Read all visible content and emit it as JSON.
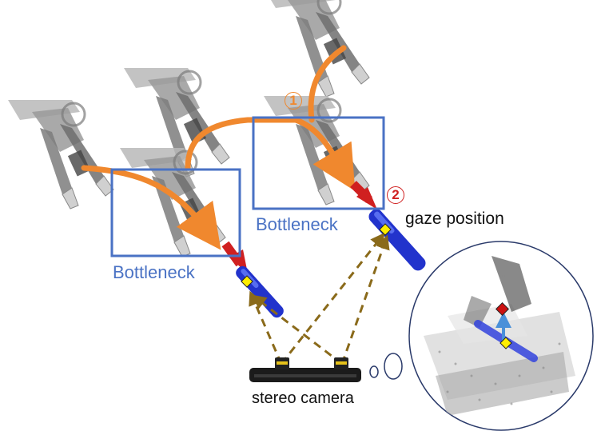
{
  "labels": {
    "bottleneck_left": "Bottleneck",
    "bottleneck_right": "Bottleneck",
    "gaze_position": "gaze position",
    "stereo_camera": "stereo camera",
    "step_1": "1",
    "step_2": "2"
  },
  "colors": {
    "bottleneck_box": "#4a72c4",
    "trajectory": "#f0882e",
    "final_motion": "#d02020",
    "gaze_rays": "#8a6a1a",
    "pen": "#2233cc",
    "gaze_marker": "#ffee00",
    "target_marker": "#cc1111",
    "robot_gray": "#8c8c8c"
  },
  "icons": [
    "robot-gripper-icon",
    "pen-icon",
    "stereo-camera-icon",
    "thought-bubble-icon",
    "point-cloud-icon"
  ]
}
